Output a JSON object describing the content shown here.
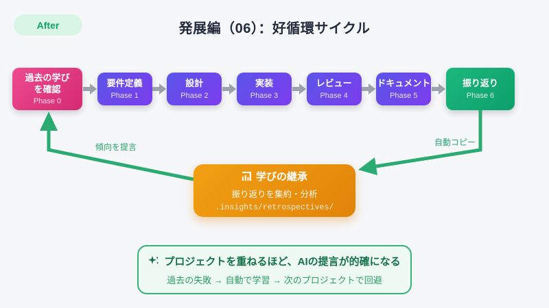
{
  "header": {
    "badge_label": "After",
    "title": "発展編（06）：好循環サイクル"
  },
  "phases": [
    {
      "title": "過去の学び\nを確認",
      "phase": "Phase 0",
      "variant": "pink"
    },
    {
      "title": "要件定義",
      "phase": "Phase 1",
      "variant": "purple"
    },
    {
      "title": "設計",
      "phase": "Phase 2",
      "variant": "purple"
    },
    {
      "title": "実装",
      "phase": "Phase 3",
      "variant": "purple"
    },
    {
      "title": "レビュー",
      "phase": "Phase 4",
      "variant": "purple"
    },
    {
      "title": "ドキュメント",
      "phase": "Phase 5",
      "variant": "purple"
    },
    {
      "title": "振り返り",
      "phase": "Phase 6",
      "variant": "green"
    }
  ],
  "connectors": {
    "feedback_label": "傾向を提言",
    "autocopy_label": "自動コピー"
  },
  "hub": {
    "icon": "library-icon",
    "title": "学びの継承",
    "subtitle": "振り返りを集約・分析",
    "path": ".insights/retrospectives/"
  },
  "callout": {
    "icon": "sparkles-icon",
    "headline": "プロジェクトを重ねるほど、AIの提言が的確になる",
    "detail": "過去の失敗 → 自動で学習 → 次のプロジェクトで回避"
  },
  "icons": {
    "flow_arrow": "arrow-right-icon",
    "hub_icon": "library-icon",
    "callout_icon": "sparkles-icon"
  },
  "colors": {
    "background": "#f6f7f9",
    "title_text": "#212b3b",
    "badge_bg": "#d8f5e6",
    "badge_text": "#12a16c",
    "pink_start": "#ee4b8f",
    "pink_end": "#d42a72",
    "purple_start": "#5b55e9",
    "purple_end": "#7b3cec",
    "green_start": "#1cb77e",
    "green_end": "#0ca06a",
    "orange_start": "#f2a012",
    "orange_end": "#e2830a",
    "gray_arrow": "#9aa3ad",
    "connector_green": "#2bab72",
    "callout_border": "#35b177",
    "callout_bg": "#edf9f2",
    "callout_text": "#156f49",
    "callout_detail_text": "#2d9c66"
  }
}
